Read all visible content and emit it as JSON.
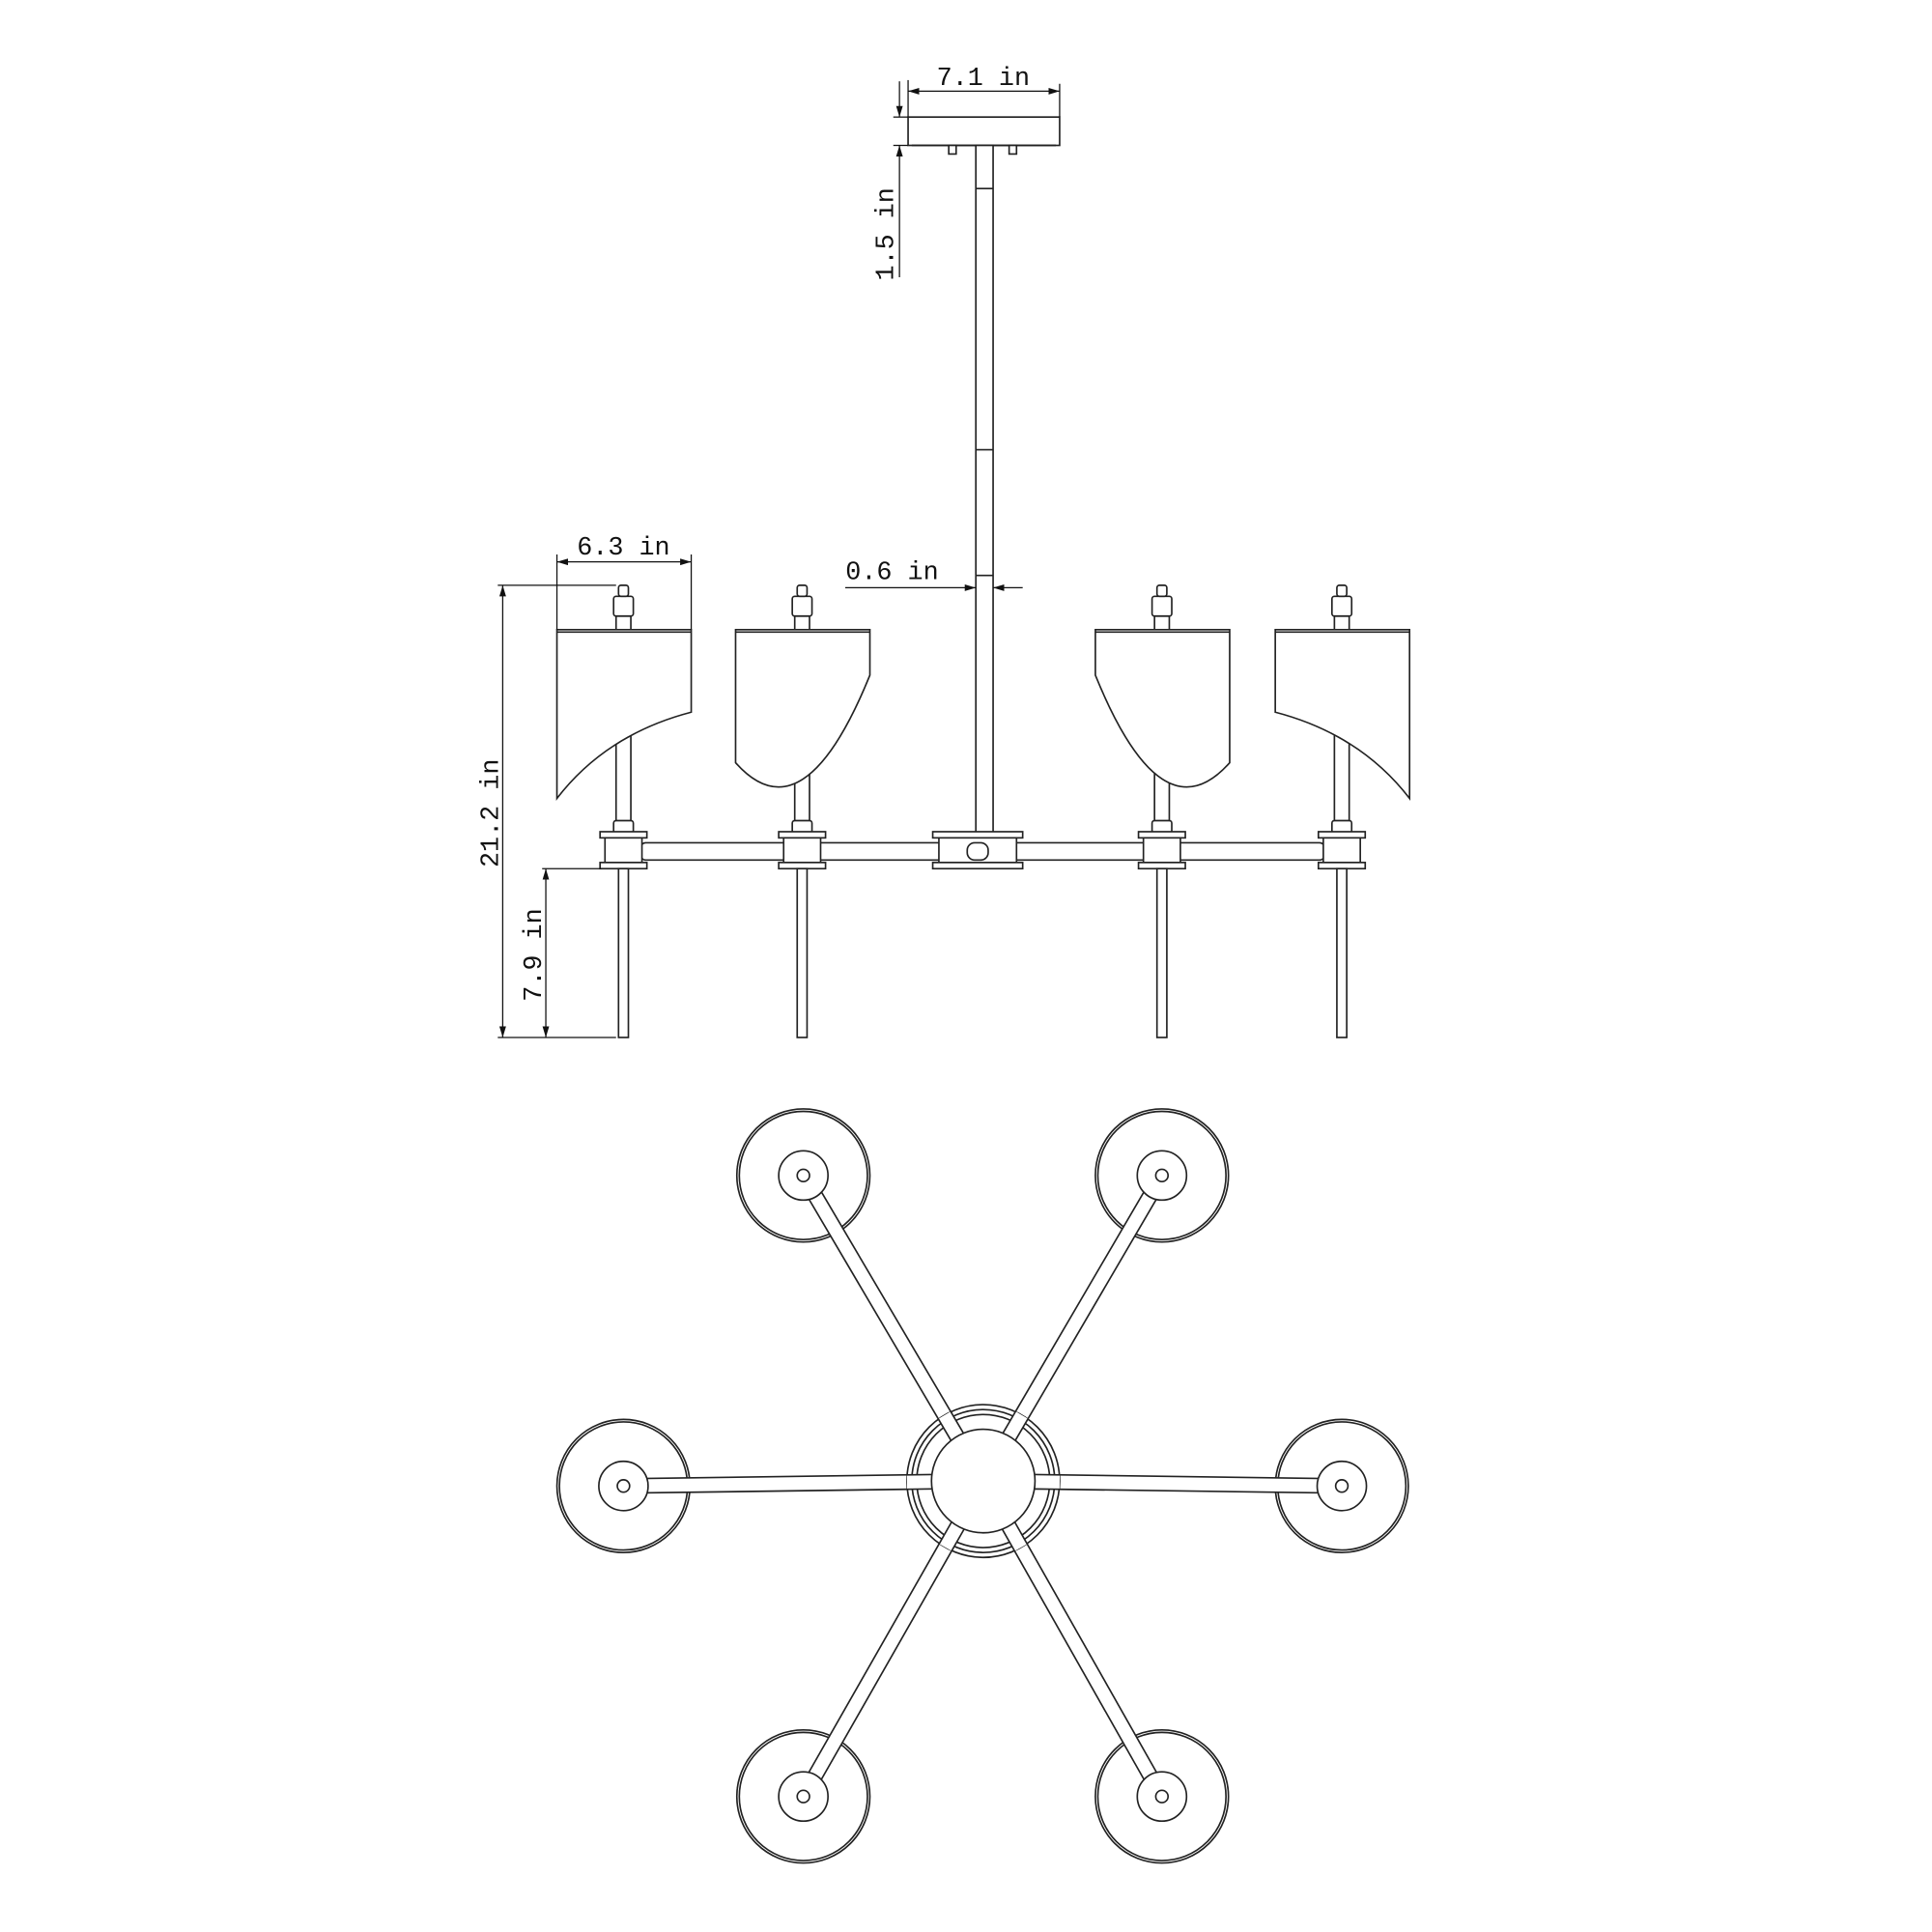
{
  "drawing": {
    "side_view": {
      "dimensions": {
        "canopy_width": "7.1 in",
        "canopy_height": "1.5 in",
        "stem_diameter": "0.6 in",
        "shade_width": "6.3 in",
        "overall_height": "21.2 in",
        "candle_height": "7.9 in"
      },
      "lamp_count_visible": 4
    },
    "top_view": {
      "arm_count": 6
    },
    "line_color": "#222222"
  }
}
